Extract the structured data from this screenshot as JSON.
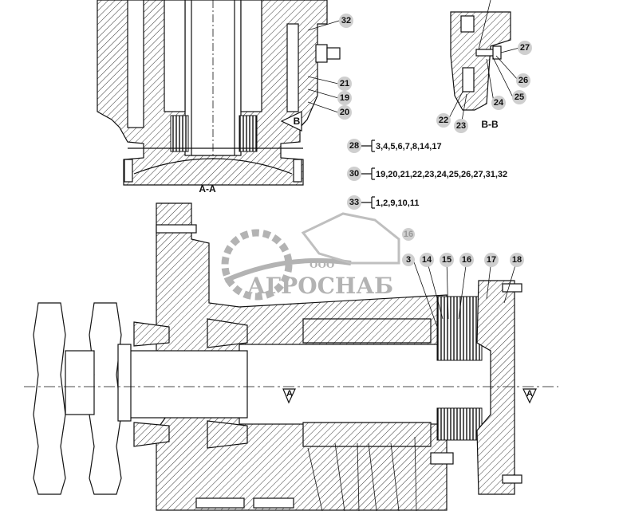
{
  "views": {
    "section_aa_label": "A-A",
    "section_bb_label": "B-B",
    "section_marker_a": "A",
    "section_marker_b": "B"
  },
  "callouts": {
    "c32": "32",
    "c21": "21",
    "c19": "19",
    "c20": "20",
    "c27": "27",
    "c26": "26",
    "c25": "25",
    "c24": "24",
    "c22": "22",
    "c23": "23",
    "c14": "14",
    "c15": "15",
    "c16": "16",
    "c17": "17",
    "c18": "18",
    "c3": "3",
    "c16b": "16"
  },
  "kits": [
    {
      "num": "28",
      "parts": "3,4,5,6,7,8,14,17"
    },
    {
      "num": "30",
      "parts": "19,20,21,22,23,24,25,26,27,31,32"
    },
    {
      "num": "33",
      "parts": "1,2,9,10,11"
    }
  ],
  "watermark": {
    "company_prefix": "ООО",
    "company_name": "АГРОСНАБ"
  }
}
